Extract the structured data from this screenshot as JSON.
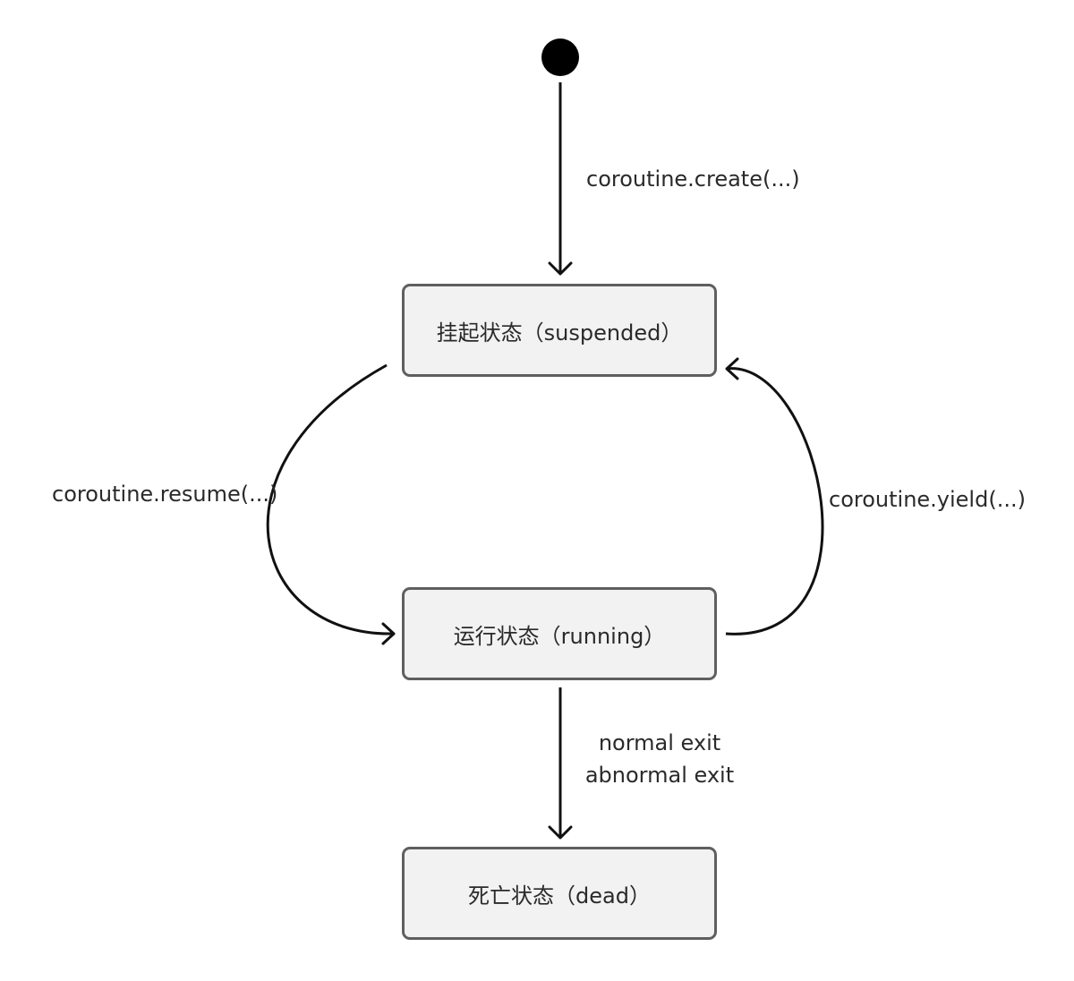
{
  "states": {
    "suspended": {
      "label": "挂起状态（suspended）"
    },
    "running": {
      "label": "运行状态（running）"
    },
    "dead": {
      "label": "死亡状态（dead）"
    }
  },
  "transitions": {
    "create": {
      "label": "coroutine.create(...)"
    },
    "resume": {
      "label": "coroutine.resume(...)"
    },
    "yield": {
      "label": "coroutine.yield(...)"
    },
    "exit": {
      "lines": [
        "normal exit",
        "abnormal exit"
      ]
    }
  },
  "colors": {
    "line": "#111111",
    "box_border": "#5f5f5f",
    "box_fill": "#f2f2f2",
    "initial_node": "#000000"
  }
}
